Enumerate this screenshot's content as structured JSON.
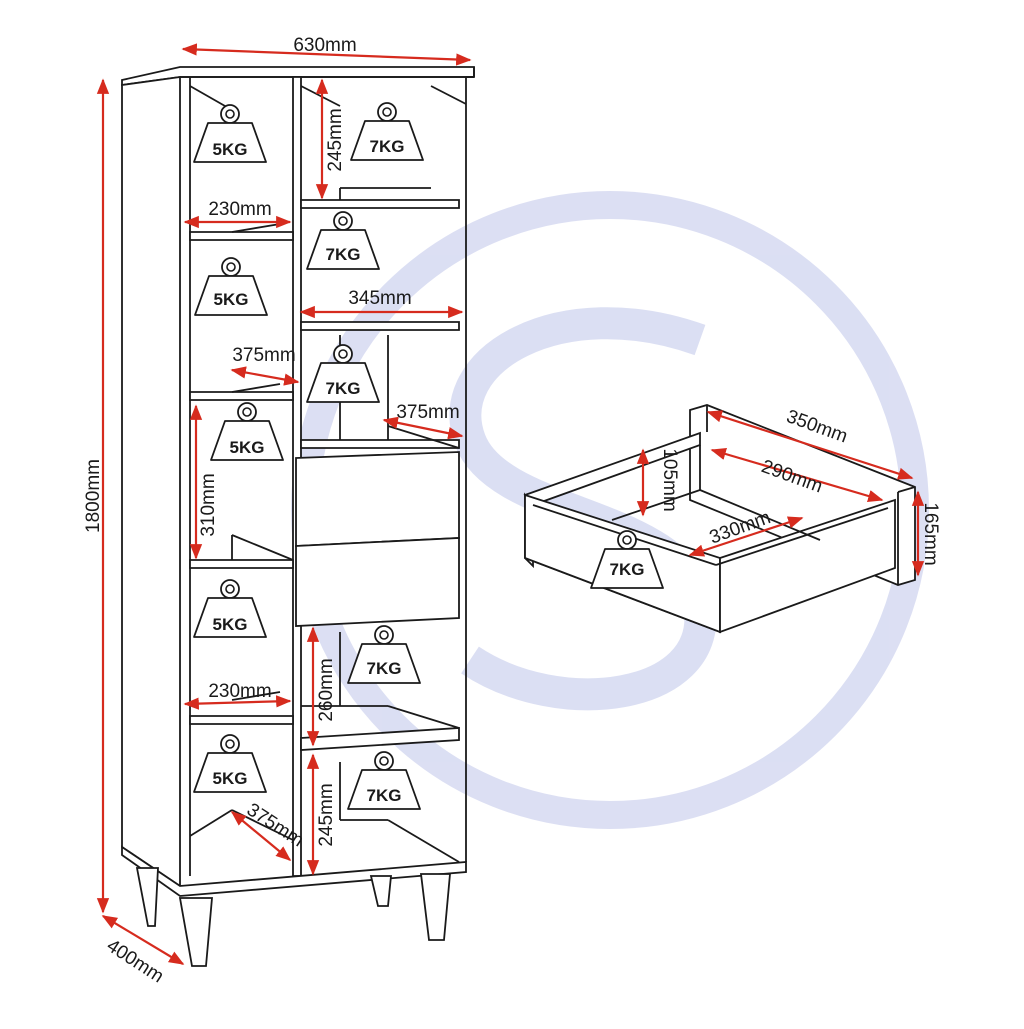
{
  "colors": {
    "line": "#1a1a1a",
    "dimension_arrow": "#d62b1e",
    "watermark": "#d8dcf2",
    "background": "#ffffff"
  },
  "cabinet": {
    "overall_width": "630mm",
    "overall_height": "1800mm",
    "overall_depth": "400mm",
    "left_column": {
      "weights": [
        "5KG",
        "5KG",
        "5KG",
        "5KG",
        "5KG"
      ],
      "dims": {
        "shelf_width_top": "230mm",
        "shelf_depth_a": "375mm",
        "compartment_height": "310mm",
        "shelf_width_lower": "230mm",
        "shelf_depth_b": "375mm"
      }
    },
    "right_column": {
      "weights": [
        "7KG",
        "7KG",
        "7KG",
        "7KG",
        "7KG"
      ],
      "dims": {
        "top_height": "245mm",
        "shelf_width": "345mm",
        "shelf_depth": "375mm",
        "lower_height": "260mm",
        "bottom_height": "245mm"
      }
    }
  },
  "drawer": {
    "front_width": "350mm",
    "inner_width": "290mm",
    "inner_depth": "330mm",
    "inner_height": "105mm",
    "front_height": "165mm",
    "weight": "7KG"
  }
}
